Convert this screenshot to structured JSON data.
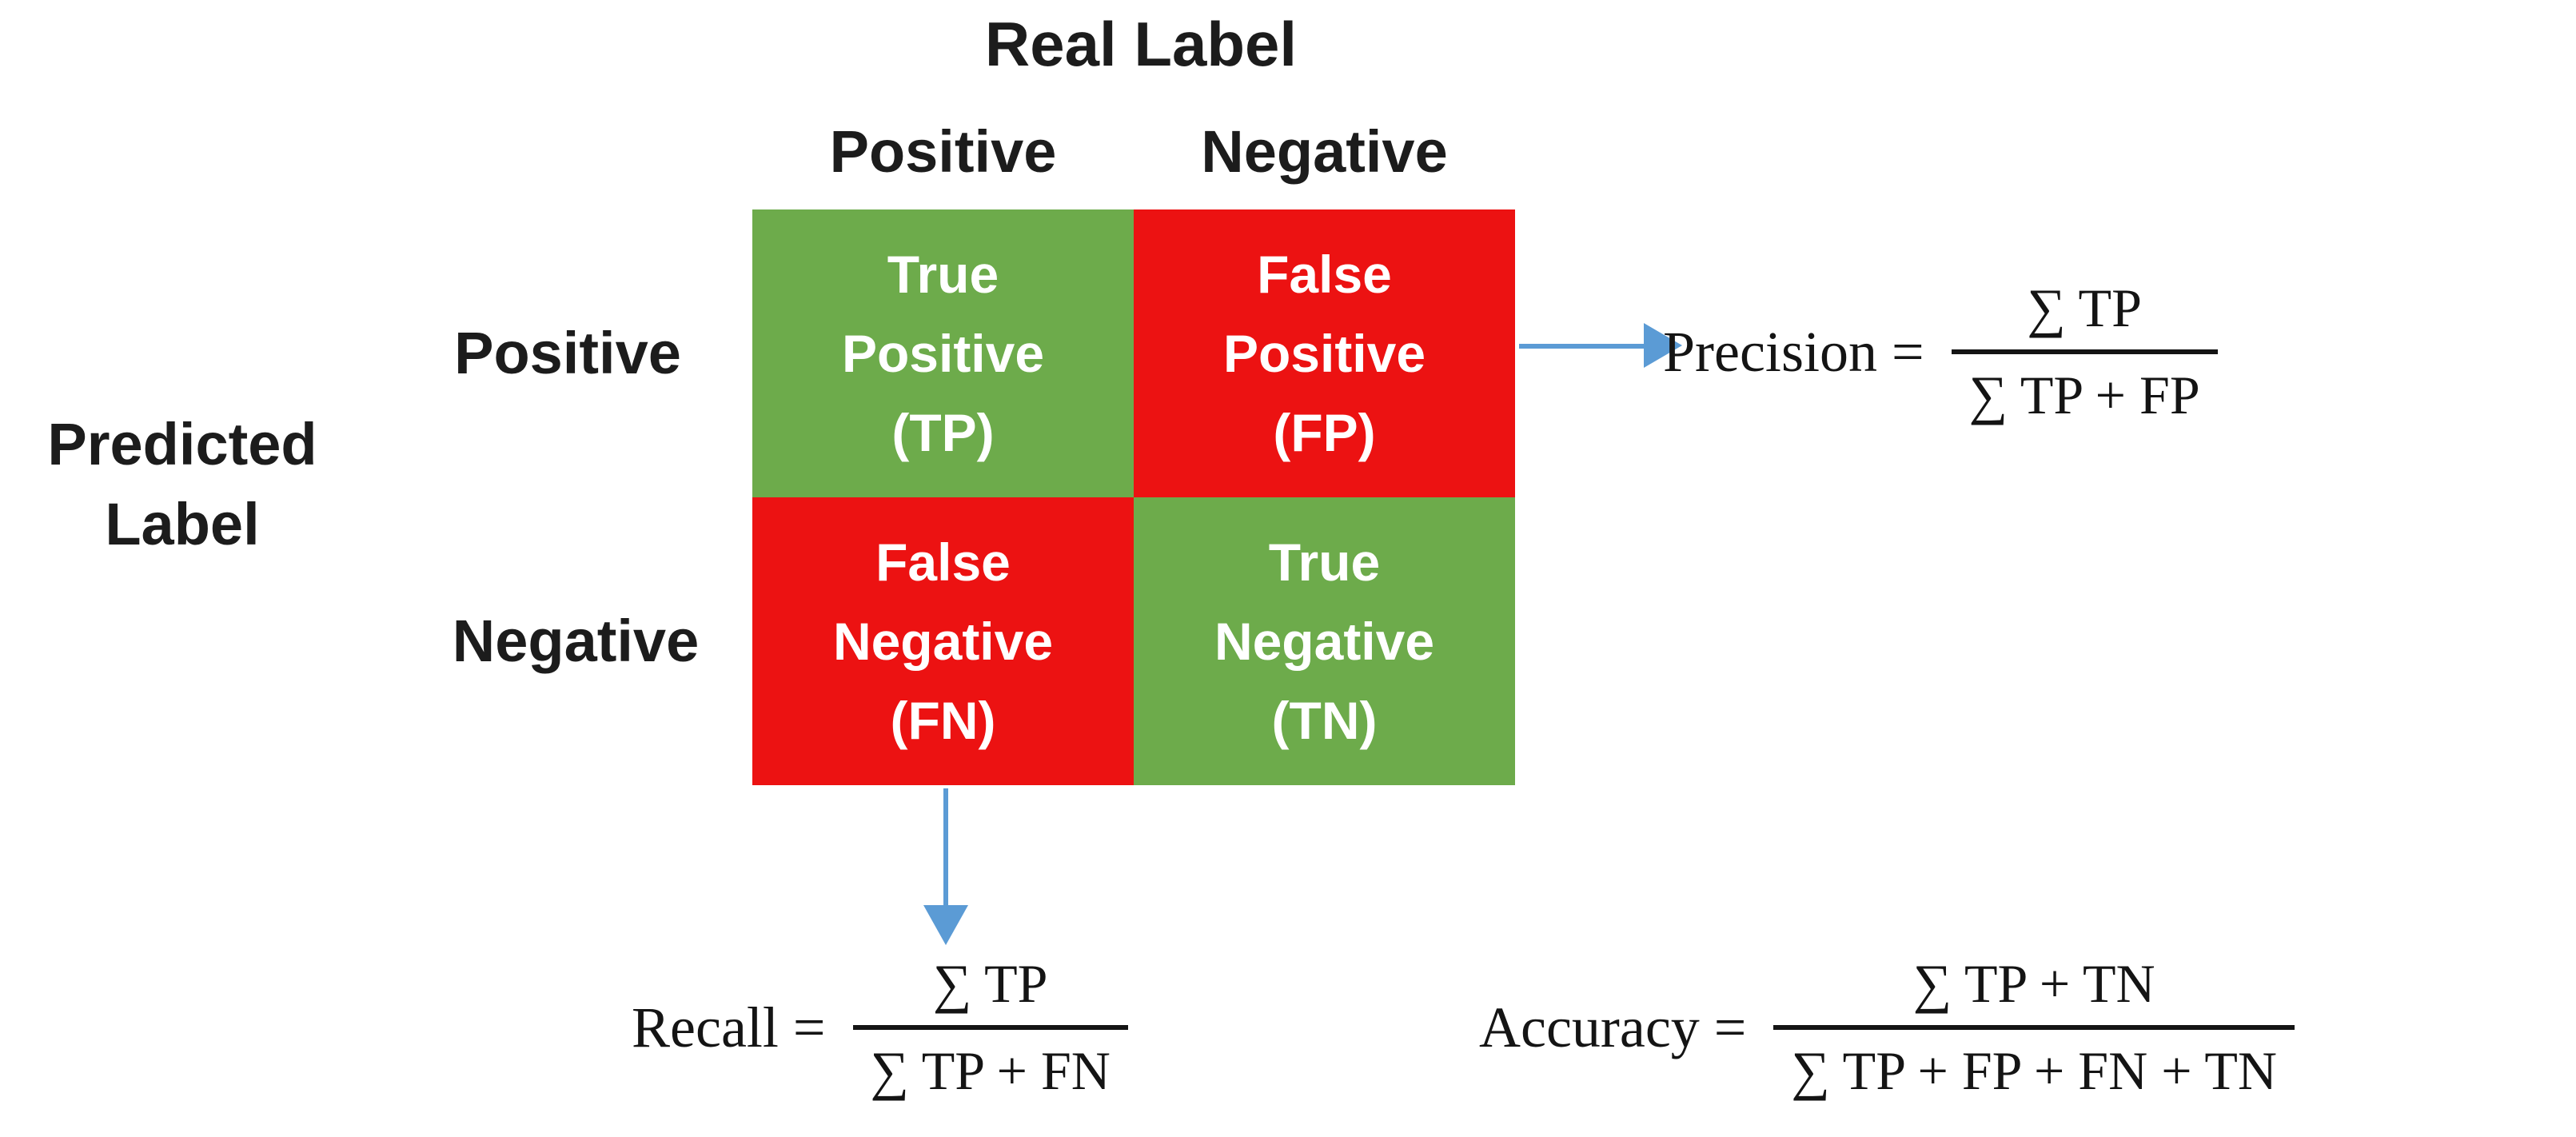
{
  "colors": {
    "cell_green": "#6dab4b",
    "cell_red": "#ec1212",
    "arrow_blue": "#5b9bd5",
    "label_ink": "#1c1c1c",
    "formula_ink": "#141414"
  },
  "axes": {
    "column_axis_title": "Real Label",
    "row_axis_title_lines": [
      "Predicted",
      "Label"
    ],
    "column_headers": [
      "Positive",
      "Negative"
    ],
    "row_headers": [
      "Positive",
      "Negative"
    ]
  },
  "matrix": {
    "cells": [
      {
        "id": "true-positive",
        "color": "green",
        "lines": [
          "True",
          "Positive",
          "(TP)"
        ]
      },
      {
        "id": "false-positive",
        "color": "red",
        "lines": [
          "False",
          "Positive",
          "(FP)"
        ]
      },
      {
        "id": "false-negative",
        "color": "red",
        "lines": [
          "False",
          "Negative",
          "(FN)"
        ]
      },
      {
        "id": "true-negative",
        "color": "green",
        "lines": [
          "True",
          "Negative",
          "(TN)"
        ]
      }
    ]
  },
  "formulas": {
    "precision": {
      "label": "Precision =",
      "numerator": "∑ TP",
      "denominator": "∑ TP + FP"
    },
    "recall": {
      "label": "Recall =",
      "numerator": "∑ TP",
      "denominator": "∑ TP + FN"
    },
    "accuracy": {
      "label": "Accuracy =",
      "numerator": "∑ TP + TN",
      "denominator": "∑ TP + FP + FN + TN"
    }
  }
}
